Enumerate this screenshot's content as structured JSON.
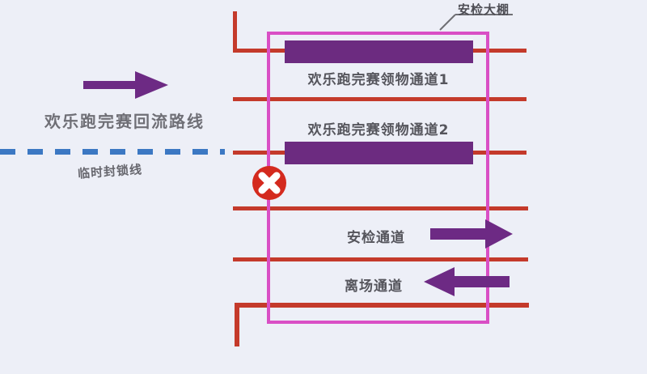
{
  "diagram": {
    "title_context": "race-exit-layout-diagram",
    "shed": {
      "label": "安检大棚"
    },
    "channels": [
      {
        "label": "欢乐跑完赛领物通道1",
        "arrow": "none"
      },
      {
        "label": "欢乐跑完赛领物通道2",
        "arrow": "none"
      },
      {
        "label": "安检通道",
        "arrow": "right"
      },
      {
        "label": "离场通道",
        "arrow": "left"
      }
    ],
    "return_route": {
      "label": "欢乐跑完赛回流路线",
      "direction": "right"
    },
    "blockade": {
      "label": "临时封锁线",
      "style": "blue-dashed"
    },
    "blocked_crossing": {
      "symbol": "x-circle"
    },
    "colors": {
      "background": "#edeff7",
      "route_red": "#c43a2b",
      "shed_pink": "#d94fc5",
      "channel_purple": "#6c2b80",
      "blockade_blue": "#3c78c3",
      "x_badge_red": "#d42a1e",
      "label_gray": "#55555c"
    }
  }
}
